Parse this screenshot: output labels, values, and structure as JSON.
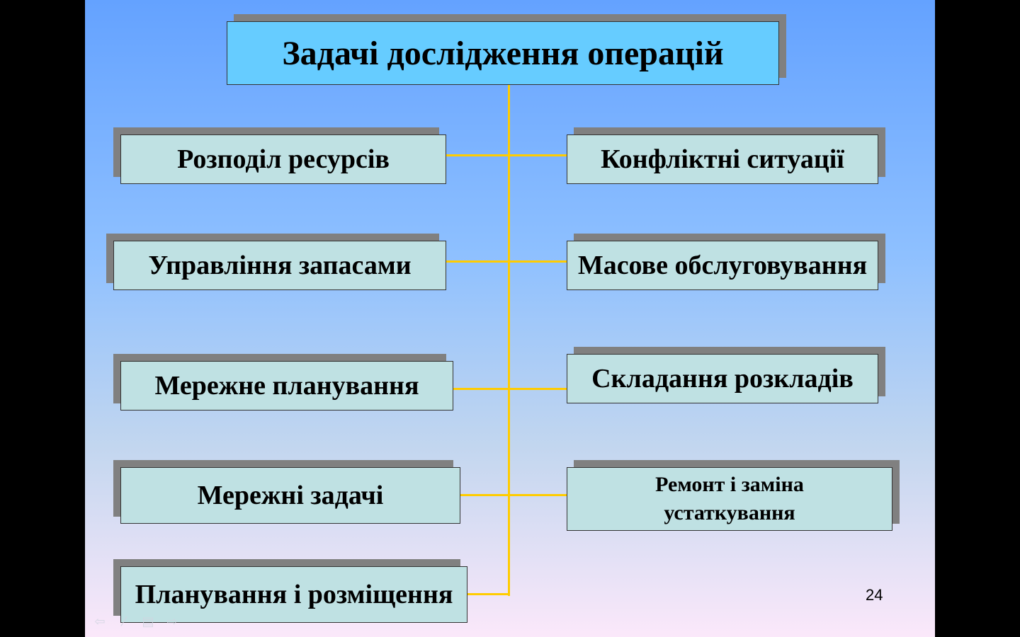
{
  "slide": {
    "title": "Задачі дослідження операцій",
    "page_number": "24",
    "left_items": [
      "Розподіл ресурсів",
      "Управління запасами",
      "Мережне планування",
      "Мережні задачі",
      "Планування і розміщення"
    ],
    "right_items": [
      "Конфліктні ситуації",
      "Масове обслуговування",
      "Складання розкладів",
      "Ремонт і заміна устаткування"
    ]
  },
  "colors": {
    "title_box": "#66ccff",
    "item_box": "#bfe1e3",
    "connector": "#ffcc00",
    "shadow": "#808080"
  },
  "icons": {
    "nav": [
      "prev-arrow-icon",
      "pen-icon",
      "menu-icon",
      "next-arrow-icon"
    ]
  }
}
